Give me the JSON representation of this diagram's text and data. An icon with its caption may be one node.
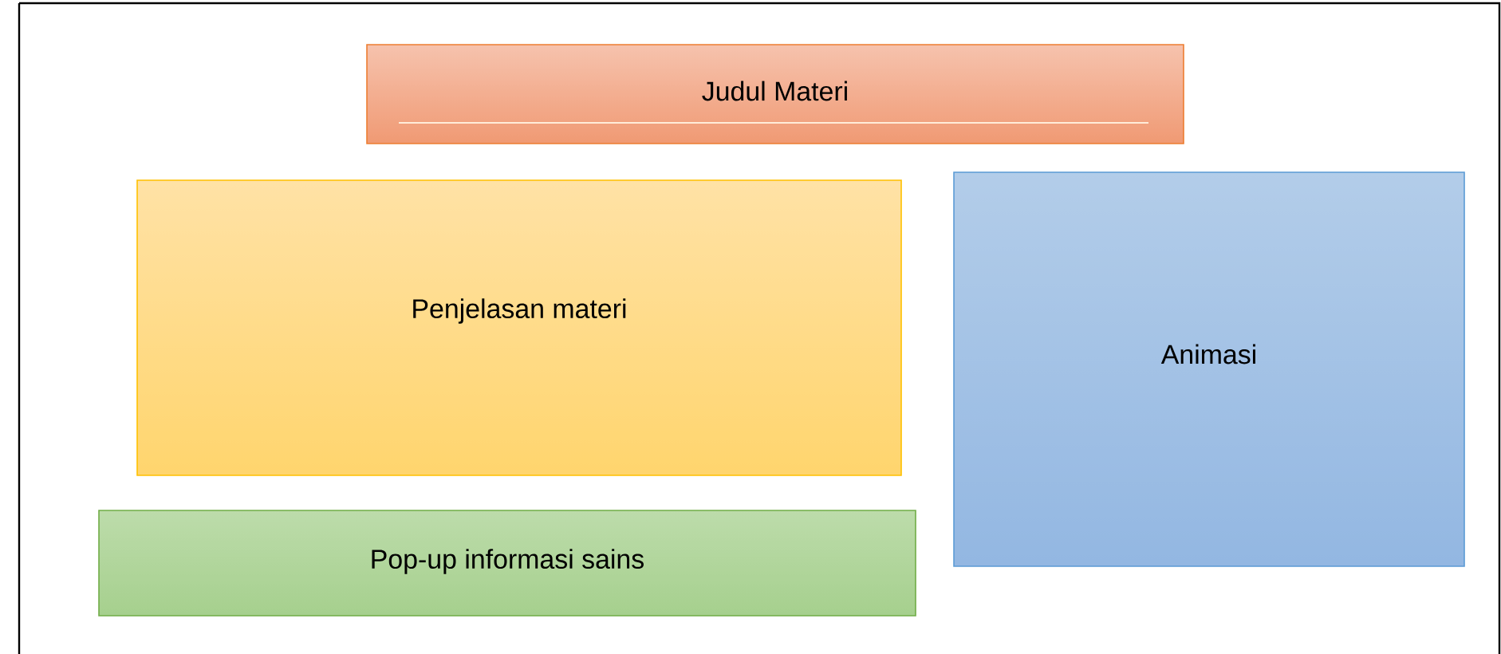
{
  "diagram": {
    "nodes": [
      {
        "text": [
          "Judul Materi"
        ]
      },
      {
        "text": [
          "Penjelasan materi"
        ]
      },
      {
        "text": [
          "Animasi"
        ]
      },
      {
        "text": [
          "Pop-up informasi sains"
        ]
      }
    ]
  }
}
